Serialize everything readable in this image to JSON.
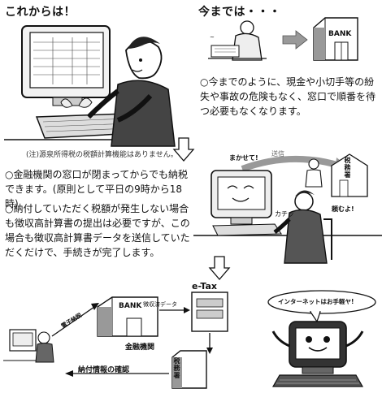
{
  "section1": {
    "heading": "これからは！",
    "note": "(注)源泉所得税の税額計算機能はありません。",
    "bullet1": "○金融機関の窓口が閉まってからでも納税できます。(原則として平日の9時から18時)",
    "bullet2": "○納付していただく税額が発生しない場合も徴収高計算書の提出は必要ですが、この場合も徴収高計算書データを送信していただくだけで、手続きが完了します。"
  },
  "section2": {
    "heading": "今までは・・・",
    "bank_sign": "BANK",
    "bullet": "○今までのように、現金や小切手等の紛失や事故の危険もなく、窓口で順番を待つ必要もなくなります。"
  },
  "illus_mid": {
    "speech1": "まかせて!",
    "speech2": "頼むよ!",
    "speech3": "カチッ",
    "send_label": "送信",
    "tax_office": "税務署"
  },
  "flow": {
    "bank_sign": "BANK",
    "bank_label": "金融機関",
    "etax_label": "e-Tax",
    "tax_office": "税務署",
    "electronic_payment": "電子納税",
    "receipt_data": "徴収済データ",
    "confirm_payment": "納付情報の確認"
  },
  "mascot": {
    "speech": "インターネットはお手軽ヤ!"
  }
}
